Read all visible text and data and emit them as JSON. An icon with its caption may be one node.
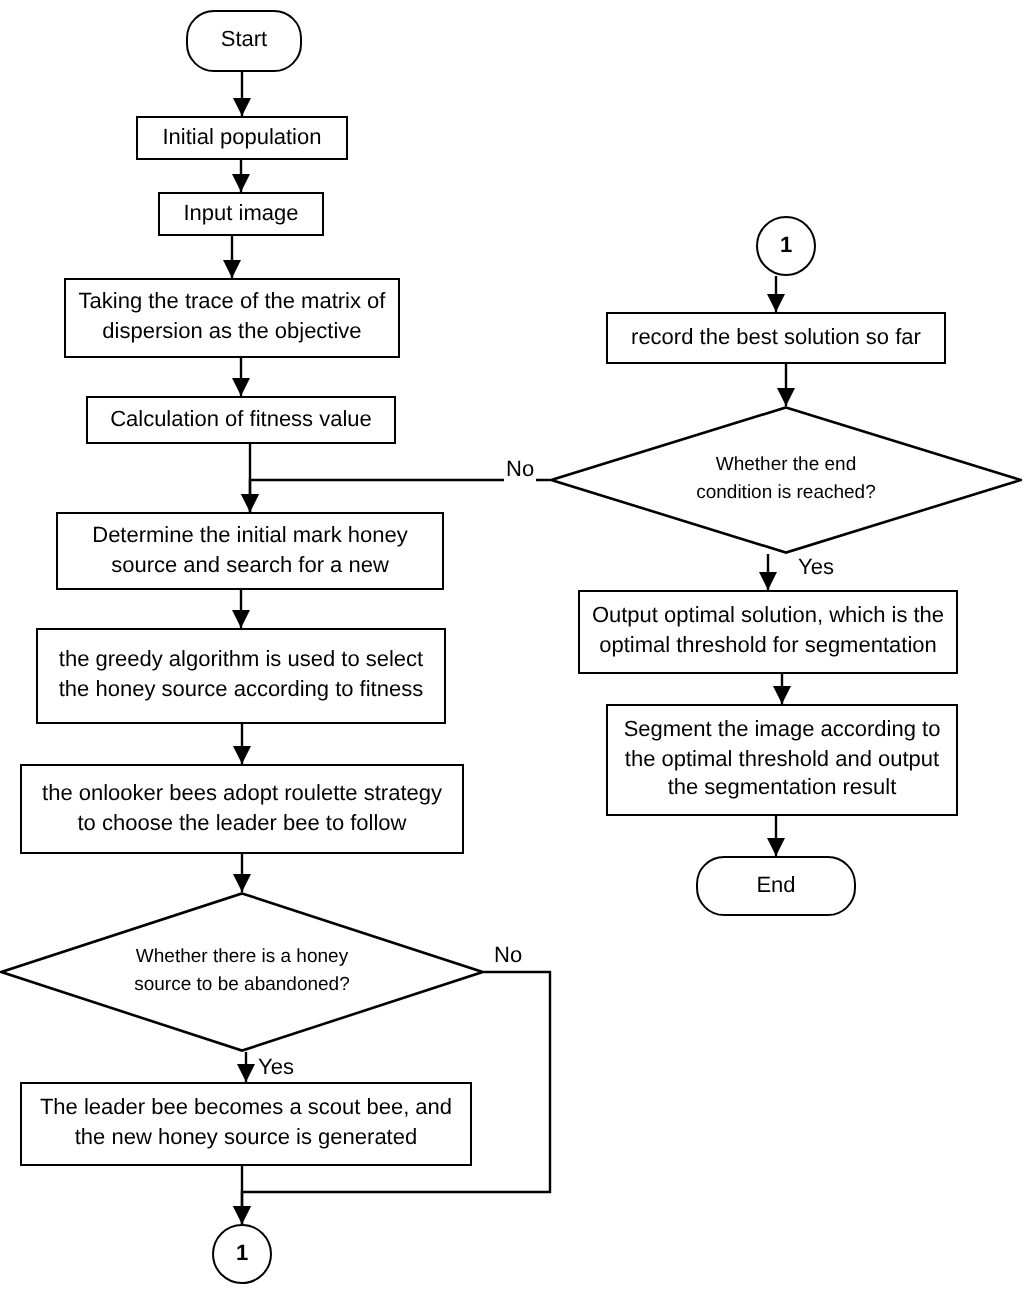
{
  "diagram": {
    "nodes": [
      {
        "text": [
          "Start"
        ]
      },
      {
        "text": [
          "Initial population"
        ]
      },
      {
        "text": [
          "Input image"
        ]
      },
      {
        "text": [
          "Taking the trace of the matrix of dispersion as the objective"
        ]
      },
      {
        "text": [
          "Calculation of fitness value"
        ]
      },
      {
        "text": [
          "Determine the initial mark honey source and search for a new"
        ]
      },
      {
        "text": [
          "the greedy algorithm is used to select the honey source according to fitness"
        ]
      },
      {
        "text": [
          "the onlooker bees adopt roulette strategy to choose the leader bee to follow"
        ]
      },
      {
        "text": [
          "Whether there is a honey source to be abandoned?"
        ]
      },
      {
        "text": [
          "The leader bee becomes a scout bee, and the new honey source is generated"
        ]
      },
      {
        "text": [
          "1"
        ]
      },
      {
        "text": [
          "1"
        ]
      },
      {
        "text": [
          "record the best solution so far"
        ]
      },
      {
        "text": [
          "Whether the end condition is reached?"
        ]
      },
      {
        "text": [
          "Output optimal solution, which is the optimal threshold for segmentation"
        ]
      },
      {
        "text": [
          "Segment the image according to the optimal threshold and output the segmentation result"
        ]
      },
      {
        "text": [
          "End"
        ]
      }
    ],
    "edges": [
      {
        "from": 0,
        "to": 1,
        "arrow": "to"
      },
      {
        "from": 1,
        "to": 2,
        "arrow": "to"
      },
      {
        "from": 2,
        "to": 3,
        "arrow": "to"
      },
      {
        "from": 3,
        "to": 4,
        "arrow": "to"
      },
      {
        "from": 4,
        "to": 5,
        "arrow": "to"
      },
      {
        "from": 5,
        "to": 6,
        "arrow": "to"
      },
      {
        "from": 6,
        "to": 7,
        "arrow": "to"
      },
      {
        "from": 7,
        "to": 8,
        "arrow": "to"
      },
      {
        "from": 8,
        "to": 9,
        "arrow": "to",
        "label": "Yes"
      },
      {
        "from": 8,
        "to": 10,
        "arrow": "to",
        "label": "No"
      },
      {
        "from": 9,
        "to": 10,
        "arrow": "to"
      },
      {
        "from": 11,
        "to": 12,
        "arrow": "to"
      },
      {
        "from": 12,
        "to": 13,
        "arrow": "to"
      },
      {
        "from": 13,
        "to": 5,
        "arrow": "to",
        "label": "No"
      },
      {
        "from": 13,
        "to": 14,
        "arrow": "to",
        "label": "Yes"
      },
      {
        "from": 14,
        "to": 15,
        "arrow": "to"
      },
      {
        "from": 15,
        "to": 16,
        "arrow": "to"
      }
    ]
  }
}
